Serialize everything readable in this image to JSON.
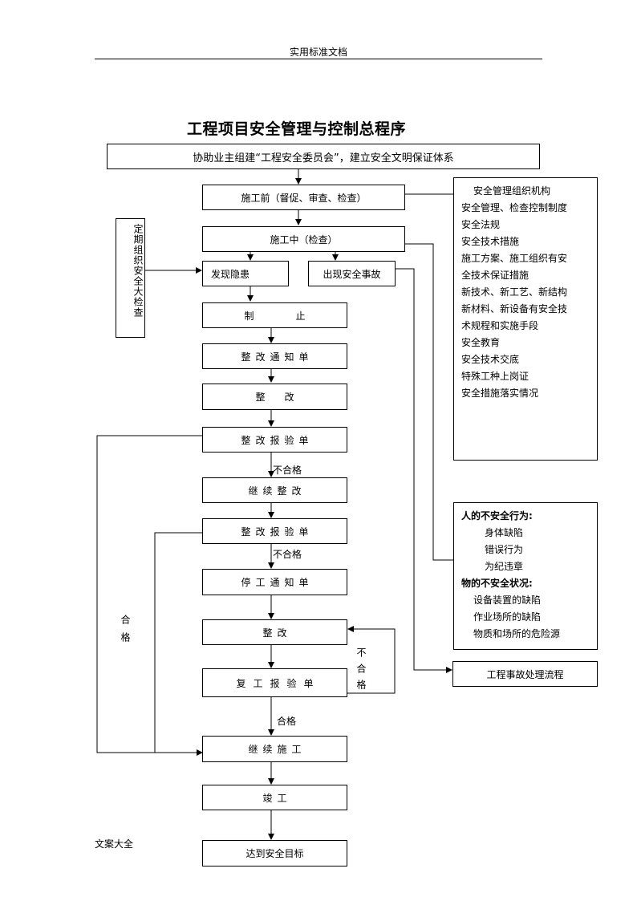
{
  "header": {
    "text": "实用标准文档"
  },
  "title": "工程项目安全管理与控制总程序",
  "footer": {
    "text": "文案大全"
  },
  "flow": {
    "top": "协助业主组建“工程安全委员会”，建立安全文明保证体系",
    "before": "施工前（督促、审查、检查）",
    "during": "施工中（检查）",
    "hazard": "发现隐患",
    "accident": "出现安全事故",
    "stop": "制止",
    "rect_notice": "整改通知单",
    "rectify1": "整改",
    "report1": "整改报验单",
    "continue_rect": "继续整改",
    "report2": "整改报验单",
    "stop_notice": "停工通知单",
    "rectify2": "整改",
    "resume_report": "复工报验单",
    "continue_work": "继续施工",
    "complete": "竣工",
    "goal": "达到安全目标",
    "periodic": "定期组织安全大检查",
    "accident_flow": "工程事故处理流程"
  },
  "labels": {
    "fail1": "不合格",
    "fail2": "不合格",
    "fail3": "不合格",
    "pass_vertical": "合格",
    "pass_bottom": "合格"
  },
  "panel_pre": {
    "items": [
      "安全管理组织机构",
      "安全管理、检查控制制度",
      "安全法规",
      "安全技术措施",
      "施工方案、施工组织有安",
      "全技术保证措施",
      "新技术、新工艺、新结构",
      "新材料、新设备有安全技",
      "术规程和实施手段",
      "安全教育",
      "安全技术交底",
      "特殊工种上岗证",
      "安全措施落实情况"
    ]
  },
  "panel_unsafe": {
    "human_heading": "人的不安全行为:",
    "human_items": [
      "身体缺陷",
      "错误行为",
      "为纪违章"
    ],
    "object_heading": "物的不安全状况:",
    "object_items": [
      "设备装置的缺陷",
      "作业场所的缺陷",
      "物质和场所的危险源"
    ]
  }
}
